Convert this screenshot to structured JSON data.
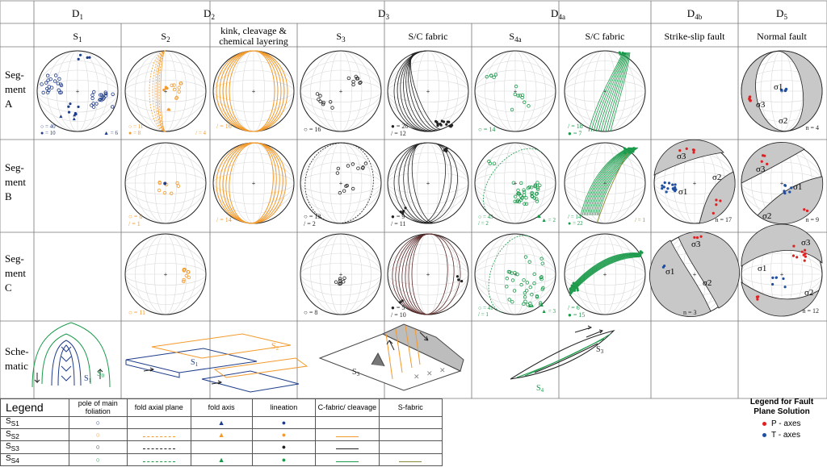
{
  "header": {
    "phases": [
      "D1",
      "D2",
      "D3",
      "D4a",
      "D4b",
      "D5"
    ],
    "phase_labels": [
      {
        "main": "D",
        "sub": "1"
      },
      {
        "main": "D",
        "sub": "2"
      },
      {
        "main": "D",
        "sub": "3"
      },
      {
        "main": "D",
        "sub": "4a"
      },
      {
        "main": "D",
        "sub": "4b"
      },
      {
        "main": "D",
        "sub": "5"
      }
    ],
    "columns": [
      {
        "main": "S",
        "sub": "1"
      },
      {
        "main": "S",
        "sub": "2"
      },
      {
        "main": "kink, cleavage & chemical layering",
        "sub": ""
      },
      {
        "main": "S",
        "sub": "3"
      },
      {
        "main": "S/C fabric",
        "sub": ""
      },
      {
        "main": "S",
        "sub": "4a"
      },
      {
        "main": "S/C fabric",
        "sub": ""
      },
      {
        "main": "Strike-slip fault",
        "sub": ""
      },
      {
        "main": "Normal fault",
        "sub": ""
      }
    ]
  },
  "rows": [
    {
      "label": "Seg-ment A"
    },
    {
      "label": "Seg-ment B"
    },
    {
      "label": "Seg-ment C"
    },
    {
      "label": "Sche-matic"
    }
  ],
  "stats": {
    "A_S1": [
      "○ = 40",
      "● = 10",
      "▲ = 6"
    ],
    "A_S2": [
      "○ = 11",
      "● = 8",
      "/ = 4"
    ],
    "A_kink": [
      "/ = 16"
    ],
    "A_S3": [
      "○ = 16"
    ],
    "A_SC3": [
      "● = 26",
      "/ = 12"
    ],
    "A_S4a": [
      "○ = 14"
    ],
    "A_SC4a": [
      "/ = 18",
      "● = 7"
    ],
    "A_normal": [
      "n = 4"
    ],
    "B_S2": [
      "○ = 8",
      "/ = 1"
    ],
    "B_kink": [
      "/ = 14"
    ],
    "B_S3": [
      "○ = 13",
      "/ = 2"
    ],
    "B_SC3": [
      "● = 9",
      "/ = 11"
    ],
    "B_S4a": [
      "○ = 43",
      "/ = 2",
      "▲ = 2"
    ],
    "B_SC4a": [
      "/ = 14",
      "● = 22",
      "/ = 1"
    ],
    "B_strike": [
      "n = 17"
    ],
    "B_normal": [
      "n = 9"
    ],
    "C_S2": [
      "○ = 11"
    ],
    "C_S3": [
      "○ = 8"
    ],
    "C_SC3": [
      "● = 5",
      "/ = 10"
    ],
    "C_S4a": [
      "○ = 41",
      "/ = 1",
      "▲ = 3"
    ],
    "C_SC4a": [
      "/ = 6",
      "● = 15"
    ],
    "C_strike": [
      "n = 3"
    ],
    "C_normal": [
      "n = 12"
    ]
  },
  "sigma": {
    "s1": "σ1",
    "s2": "σ2",
    "s3": "σ3"
  },
  "schematic": {
    "s1": {
      "main": "S",
      "sub": "1"
    },
    "s0": {
      "main": "S",
      "sub": "0"
    },
    "s2": {
      "main": "S",
      "sub": "2"
    },
    "s3": {
      "main": "S",
      "sub": "3"
    },
    "s4": {
      "main": "S",
      "sub": "4"
    }
  },
  "legend": {
    "title": "Legend",
    "columns": [
      "pole of main foliation",
      "fold axial plane",
      "fold axis",
      "lineation",
      "C-fabric/ cleavage",
      "S-fabric"
    ],
    "rows": [
      "S1",
      "S2",
      "S3",
      "S4"
    ],
    "row_colors": [
      "#1f3d8a",
      "#f39a2c",
      "#222222",
      "#1a9a4a"
    ],
    "sfabric_color": "#8a8a3a"
  },
  "fps_legend": {
    "title": "Legend for Fault Plane Solution",
    "p_label": "P - axes",
    "t_label": "T - axes",
    "p_color": "#e02020",
    "t_color": "#1f4fa0"
  }
}
